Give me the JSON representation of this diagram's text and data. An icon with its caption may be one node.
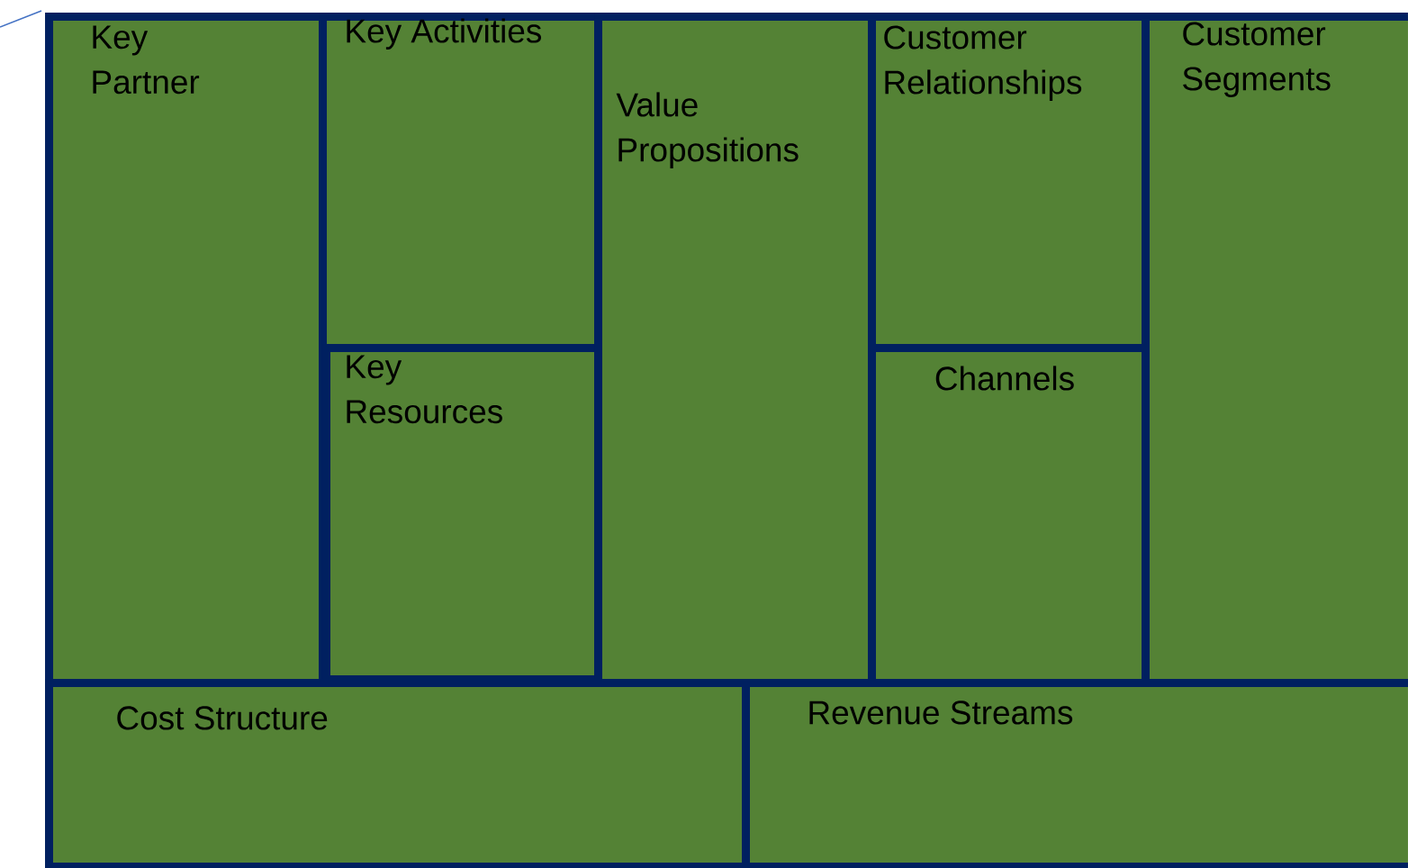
{
  "diagram": {
    "nodes": [
      {
        "text": [
          "Key Partner"
        ]
      },
      {
        "text": [
          "Key Activities"
        ]
      },
      {
        "text": [
          "Key Resources"
        ]
      },
      {
        "text": [
          "Value Propositions"
        ]
      },
      {
        "text": [
          "Customer Relationships"
        ]
      },
      {
        "text": [
          "Channels"
        ]
      },
      {
        "text": [
          "Customer Segments"
        ]
      },
      {
        "text": [
          "Cost Structure"
        ]
      },
      {
        "text": [
          "Revenue Streams"
        ]
      }
    ]
  }
}
